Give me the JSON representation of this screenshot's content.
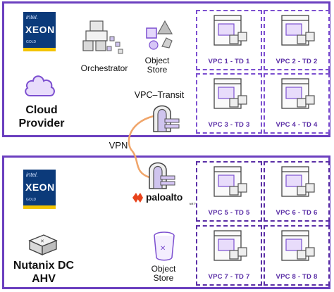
{
  "cloud": {
    "title": "Cloud Provider",
    "xeon": {
      "brand": "intel.",
      "product": "XEON",
      "tier": "GOLD"
    },
    "orchestrator_label": "Orchestrator",
    "object_store_label": "Object Store",
    "vpc_transit_label": "VPC–Transit",
    "vpcs": [
      "VPC 1 - TD 1",
      "VPC 2 - TD 2",
      "VPC 3 - TD 3",
      "VPC 4 - TD 4"
    ]
  },
  "vpn_label": "VPN",
  "onprem": {
    "title": "Nutanix DC AHV",
    "xeon": {
      "brand": "intel.",
      "product": "XEON",
      "tier": "GOLD"
    },
    "paloalto_text": "paloalto",
    "paloalto_sub": "NETWORKS",
    "object_store_label": "Object Store",
    "vpcs": [
      "VPC 5 - TD 5",
      "VPC 6 - TD 6",
      "VPC 7 - TD 7",
      "VPC 8 - TD 8"
    ]
  },
  "colors": {
    "border": "#6b3fbf",
    "vpc_label": "#5a2ea6",
    "xeon": "#0b3a7a",
    "vpn_line": "#f0a56a"
  }
}
